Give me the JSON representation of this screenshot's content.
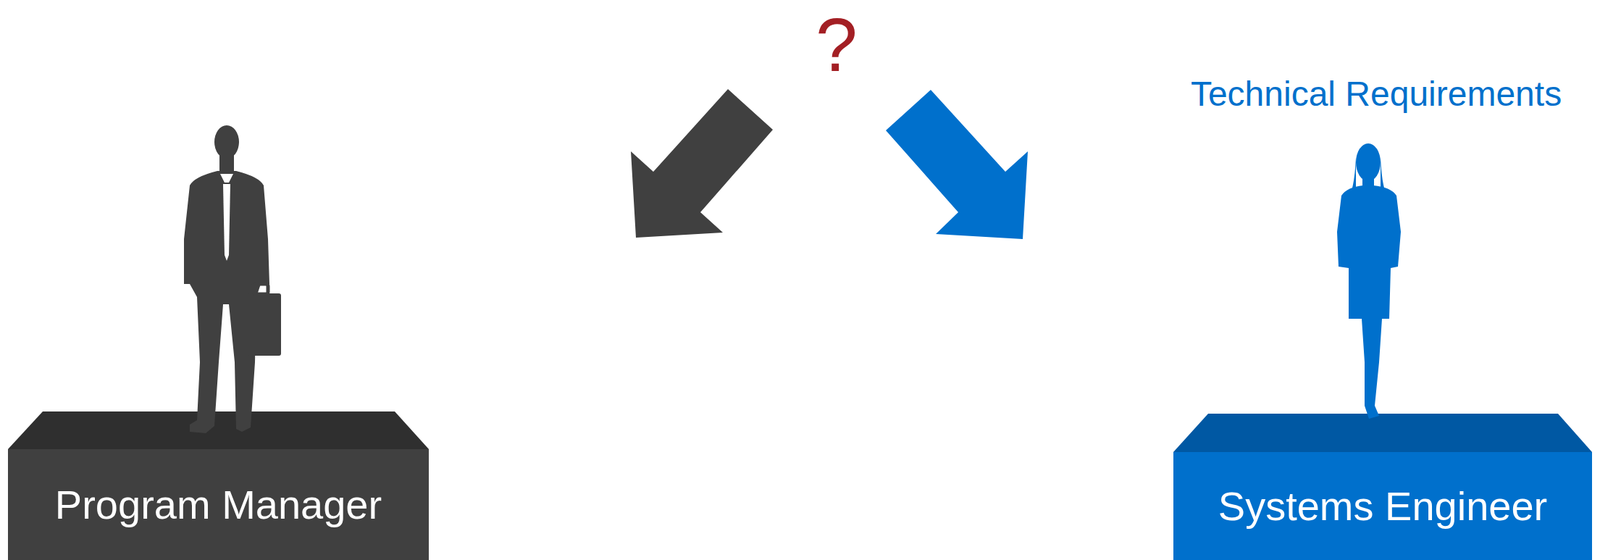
{
  "diagram": {
    "nodes": [
      {
        "text": [
          "Program Manager"
        ]
      },
      {
        "text": [
          "Systems Engineer"
        ]
      }
    ],
    "labels": [
      "?",
      "Technical Requirements"
    ]
  }
}
